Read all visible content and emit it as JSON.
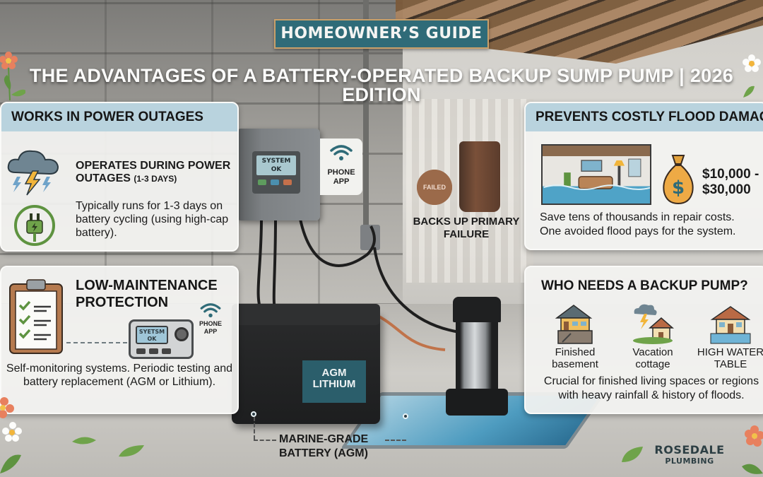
{
  "header": {
    "banner": "HOMEOWNER’S GUIDE",
    "title": "THE ADVANTAGES OF A BATTERY-OPERATED BACKUP SUMP PUMP | 2026 EDITION"
  },
  "colors": {
    "banner_teal": "#2f6b78",
    "banner_trim": "#c9a06a",
    "card_header": "#b9d3de",
    "card_body": "#f3f3f1",
    "text_dark": "#1b1b1b",
    "brand": "#2d3f44"
  },
  "cards": {
    "power_outages": {
      "heading": "WORKS IN POWER OUTAGES",
      "subheading": "OPERATES DURING POWER OUTAGES",
      "subheading_note": "(1-3 DAYS)",
      "body": "Typically runs for 1-3 days on battery cycling (using high-cap battery).",
      "icons": [
        "storm-cloud-icon",
        "power-plug-icon"
      ]
    },
    "low_maintenance": {
      "heading": "LOW-MAINTENANCE PROTECTION",
      "device_screen": "SYETSM OK",
      "phone_label": "PHONE APP",
      "body": "Self-monitoring systems. Periodic testing and battery replacement (AGM or Lithium).",
      "icons": [
        "clipboard-checklist-icon",
        "monitor-device-icon",
        "wifi-icon"
      ]
    },
    "flood_damage": {
      "heading": "PREVENTS COSTLY FLOOD DAMAGE",
      "price_low": "$10,000 -",
      "price_high": "$30,000",
      "body_line1": "Save tens of thousands in repair costs.",
      "body_line2": "One avoided flood pays for the system.",
      "icons": [
        "flooded-room-icon",
        "money-bag-icon"
      ]
    },
    "who_needs": {
      "heading": "WHO NEEDS A BACKUP PUMP?",
      "items": [
        {
          "label": "Finished basement",
          "icon": "house-basement-icon"
        },
        {
          "label": "Vacation cottage",
          "icon": "storm-cottage-icon"
        },
        {
          "label": "HIGH WATER TABLE",
          "icon": "flooded-house-icon"
        }
      ],
      "body_line1": "Crucial for finished living spaces or regions",
      "body_line2": "with heavy rainfall & history of floods."
    }
  },
  "scene": {
    "control_box_screen": "SYSTEM OK",
    "phone_app_label": "PHONE APP",
    "failed_gear_label": "FAILED",
    "failed_caption": "BACKS UP PRIMARY FAILURE",
    "battery_label": "AGM LITHIUM",
    "battery_caption": "MARINE-GRADE BATTERY (AGM)"
  },
  "brand": {
    "line1": "ROSEDALE",
    "line2": "PLUMBING"
  }
}
